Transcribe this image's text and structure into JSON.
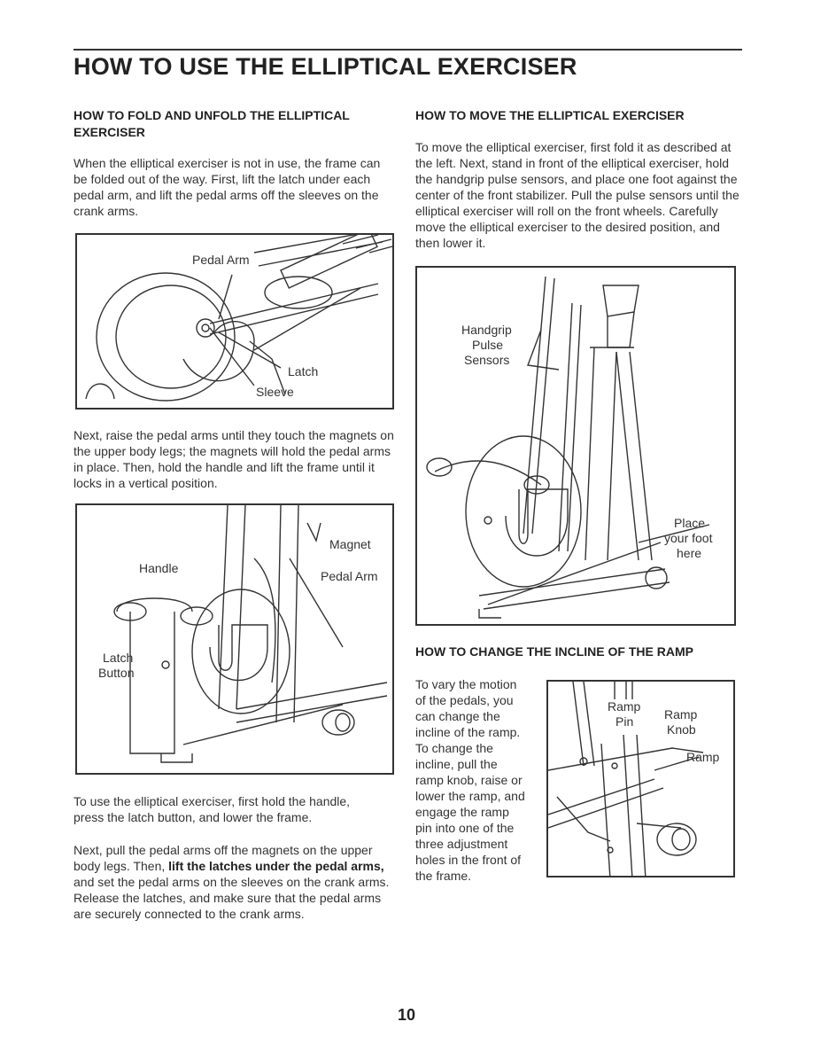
{
  "page": {
    "title": "HOW TO USE THE ELLIPTICAL EXERCISER",
    "page_number": "10"
  },
  "left": {
    "fold_heading": "HOW TO FOLD AND UNFOLD THE ELLIPTICAL EXERCISER",
    "fold_text": "When the elliptical exerciser is not in use, the frame can be folded out of the way. First, lift the latch under each pedal arm, and lift the pedal arms off the sleeves on the crank arms.",
    "figure1": {
      "pedal_arm": "Pedal Arm",
      "latch": "Latch",
      "sleeve": "Sleeve"
    },
    "raise_text": "Next, raise the pedal arms until they touch the magnets on the upper body legs; the magnets will hold the pedal arms in place. Then, hold the handle and lift the frame until it locks in a vertical position.",
    "figure2": {
      "magnet": "Magnet",
      "handle": "Handle",
      "pedal_arm": "Pedal Arm",
      "latch_button_1": "Latch",
      "latch_button_2": "Button"
    },
    "use_text": "To use the elliptical exerciser, first hold the handle, press the latch button, and lower the frame.",
    "pull_text_1": "Next, pull the pedal arms off the magnets on the upper body legs. Then, ",
    "pull_text_bold": "lift the latches under the pedal arms,",
    "pull_text_2": " and set the pedal arms on the sleeves on the crank arms. Release the latches, and make sure that the pedal arms are securely connected to the crank arms."
  },
  "right": {
    "move_heading": "HOW TO MOVE THE ELLIPTICAL EXERCISER",
    "move_text": "To move the elliptical exerciser, first fold it as described at the left. Next, stand in front of the elliptical exerciser, hold the handgrip pulse sensors, and place one foot against the center of the front stabilizer. Pull the pulse sensors until the elliptical exerciser will roll on the front wheels. Carefully move the elliptical exerciser to the desired position, and then lower it.",
    "figure3": {
      "handgrip": "Handgrip",
      "pulse": "Pulse",
      "sensors": "Sensors",
      "place": "Place",
      "your_foot": "your foot",
      "here": "here"
    },
    "incline_heading": "HOW TO CHANGE THE INCLINE OF THE RAMP",
    "incline_text": "To vary the motion of the pedals, you can change the incline of the ramp. To change the incline, pull the ramp knob, raise or lower the ramp, and engage the ramp pin into one of the three adjustment holes in the front of the frame.",
    "figure4": {
      "ramp_pin_1": "Ramp",
      "ramp_pin_2": "Pin",
      "ramp_knob_1": "Ramp",
      "ramp_knob_2": "Knob",
      "ramp": "Ramp"
    }
  }
}
